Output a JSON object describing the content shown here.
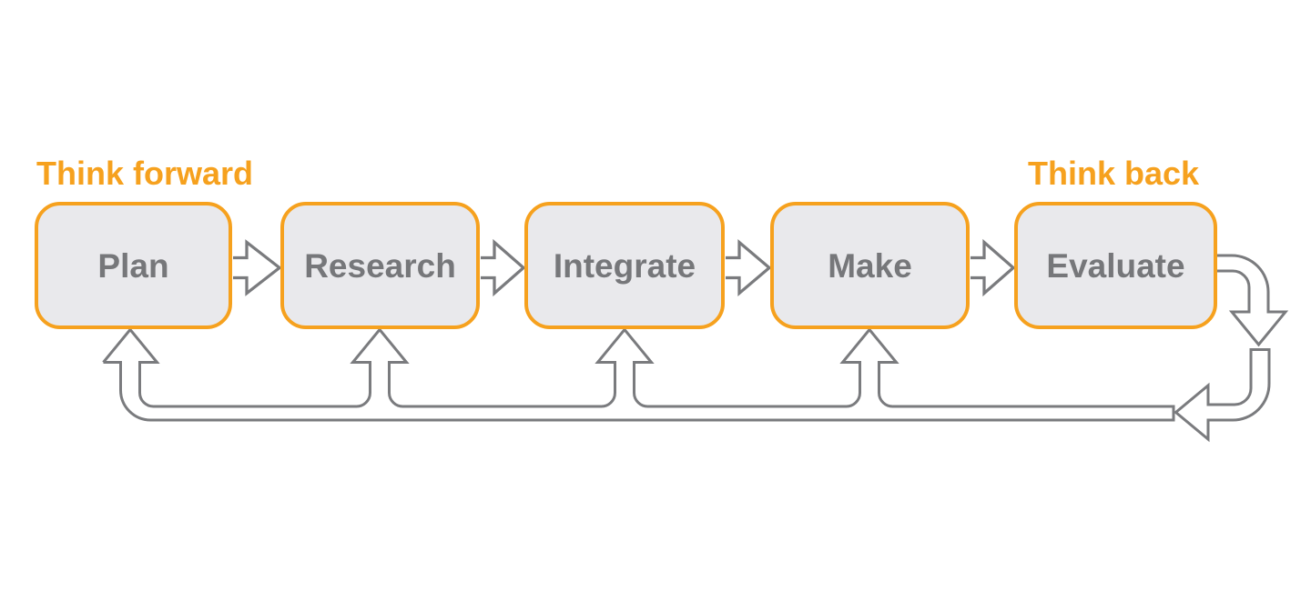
{
  "diagram": {
    "annotations": {
      "think_forward": "Think forward",
      "think_back": "Think back"
    },
    "steps": [
      {
        "label": "Plan"
      },
      {
        "label": "Research"
      },
      {
        "label": "Integrate"
      },
      {
        "label": "Make"
      },
      {
        "label": "Evaluate"
      }
    ],
    "icons": {
      "forward_arrow": "right-block-arrow-icon",
      "feedback_up_arrow": "up-block-arrow-icon",
      "evaluate_exit_arrow": "down-curved-arrow-icon",
      "loop_entry_arrow": "left-curved-arrow-icon"
    }
  },
  "colors": {
    "accent_orange": "#F6A11E",
    "box_fill": "#E9E9EC",
    "label_gray": "#76777A",
    "arrow_gray": "#7A7B7E",
    "background": "#FFFFFF"
  }
}
